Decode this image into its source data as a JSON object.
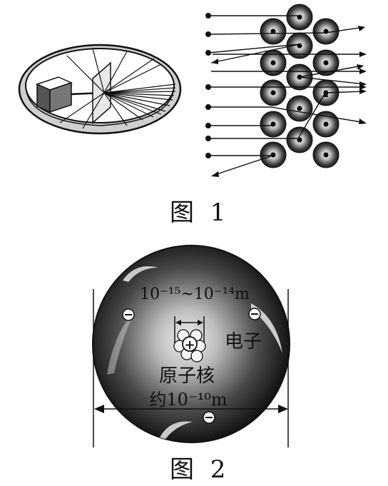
{
  "figure1": {
    "caption": "图 1"
  },
  "figure2": {
    "caption": "图 2",
    "nucleus_size_label": "10⁻¹⁵~10⁻¹⁴m",
    "electron_label": "电子",
    "nucleus_label": "原子核",
    "atom_size_label": "约10⁻¹⁰m",
    "nucleus_charge_symbol": "+",
    "electron_charge_symbol": "−"
  },
  "colors": {
    "ink": "#111111",
    "sphere_light": "#d9d9d9",
    "sphere_dark": "#1a1a1a",
    "ring_fill": "#cfcfcf"
  }
}
